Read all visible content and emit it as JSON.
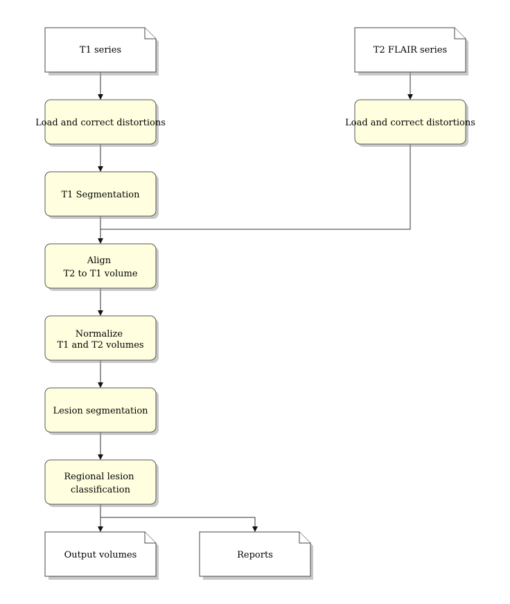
{
  "nodes": {
    "t1_series": [
      "T1 series"
    ],
    "t2_flair_series": [
      "T2 FLAIR series"
    ],
    "load_correct_t1": [
      "Load and correct distortions"
    ],
    "load_correct_t2": [
      "Load and correct distortions"
    ],
    "t1_segmentation": [
      "T1 Segmentation"
    ],
    "align": [
      "Align",
      "T2 to T1 volume"
    ],
    "normalize": [
      "Normalize",
      "T1 and T2 volumes"
    ],
    "lesion_segmentation": [
      "Lesion segmentation"
    ],
    "regional_classification": [
      "Regional lesion",
      "classification"
    ],
    "output_volumes": [
      "Output volumes"
    ],
    "reports": [
      "Reports"
    ]
  },
  "colors": {
    "process_fill": "#ffffe0",
    "document_fill": "#ffffff",
    "edge": "#303030",
    "shadow": "#9a9a9a"
  }
}
